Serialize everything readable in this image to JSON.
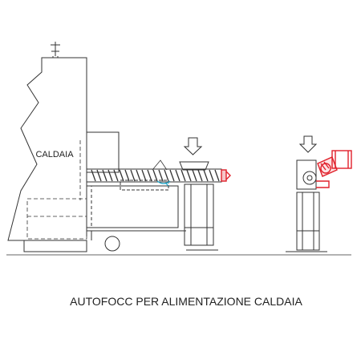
{
  "labels": {
    "boiler": "CALDAIA",
    "caption": "AUTOFOCC PER ALIMENTAZIONE CALDAIA"
  },
  "colors": {
    "line": "#333333",
    "red": "#e0202a",
    "cyan": "#1aa3c8",
    "dash": "#444444"
  },
  "icons": {
    "feed_arrow": "down-arrow-outline",
    "chimney_cap": "chimney-cross"
  }
}
